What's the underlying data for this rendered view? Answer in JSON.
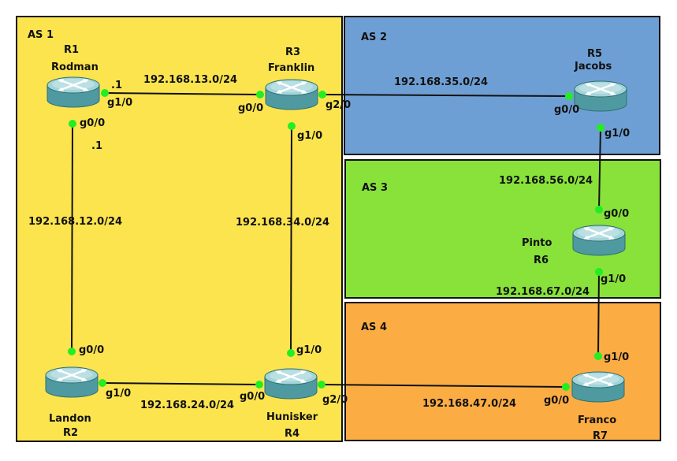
{
  "colors": {
    "as1": "#fce44f",
    "as2": "#6e9fd4",
    "as3": "#88e23a",
    "as4": "#fbad44",
    "border": "#111111",
    "link": "#111111",
    "port": "#22ee22",
    "router_top": "#9ccfd3",
    "router_body": "#4f9aa0"
  },
  "areas": {
    "as1": "AS 1",
    "as2": "AS 2",
    "as3": "AS 3",
    "as4": "AS 4"
  },
  "routers": {
    "r1": {
      "id": "R1",
      "name": "Rodman",
      "icon": "router-icon"
    },
    "r2": {
      "id": "R2",
      "name": "Landon",
      "icon": "router-icon"
    },
    "r3": {
      "id": "R3",
      "name": "Franklin",
      "icon": "router-icon"
    },
    "r4": {
      "id": "R4",
      "name": "Hunisker",
      "icon": "router-icon"
    },
    "r5": {
      "id": "R5",
      "name": "Jacobs",
      "icon": "router-icon"
    },
    "r6": {
      "id": "R6",
      "name": "Pinto",
      "icon": "router-icon"
    },
    "r7": {
      "id": "R7",
      "name": "Franco",
      "icon": "router-icon"
    }
  },
  "links": {
    "r1_r3": {
      "subnet": "192.168.13.0/24",
      "a_port": "g1/0",
      "b_port": "g0/0",
      "a_host": ".1"
    },
    "r1_r2": {
      "subnet": "192.168.12.0/24",
      "a_port": "g0/0",
      "b_port": "g0/0",
      "a_host": ".1"
    },
    "r3_r5": {
      "subnet": "192.168.35.0/24",
      "a_port": "g2/0",
      "b_port": "g0/0"
    },
    "r3_r4": {
      "subnet": "192.168.34.0/24",
      "a_port": "g1/0",
      "b_port": "g1/0"
    },
    "r2_r4": {
      "subnet": "192.168.24.0/24",
      "a_port": "g1/0",
      "b_port": "g0/0"
    },
    "r5_r6": {
      "subnet": "192.168.56.0/24",
      "a_port": "g1/0",
      "b_port": "g0/0"
    },
    "r6_r7": {
      "subnet": "192.168.67.0/24",
      "a_port": "g1/0",
      "b_port": "g1/0"
    },
    "r4_r7": {
      "subnet": "192.168.47.0/24",
      "a_port": "g2/0",
      "b_port": "g0/0"
    }
  }
}
